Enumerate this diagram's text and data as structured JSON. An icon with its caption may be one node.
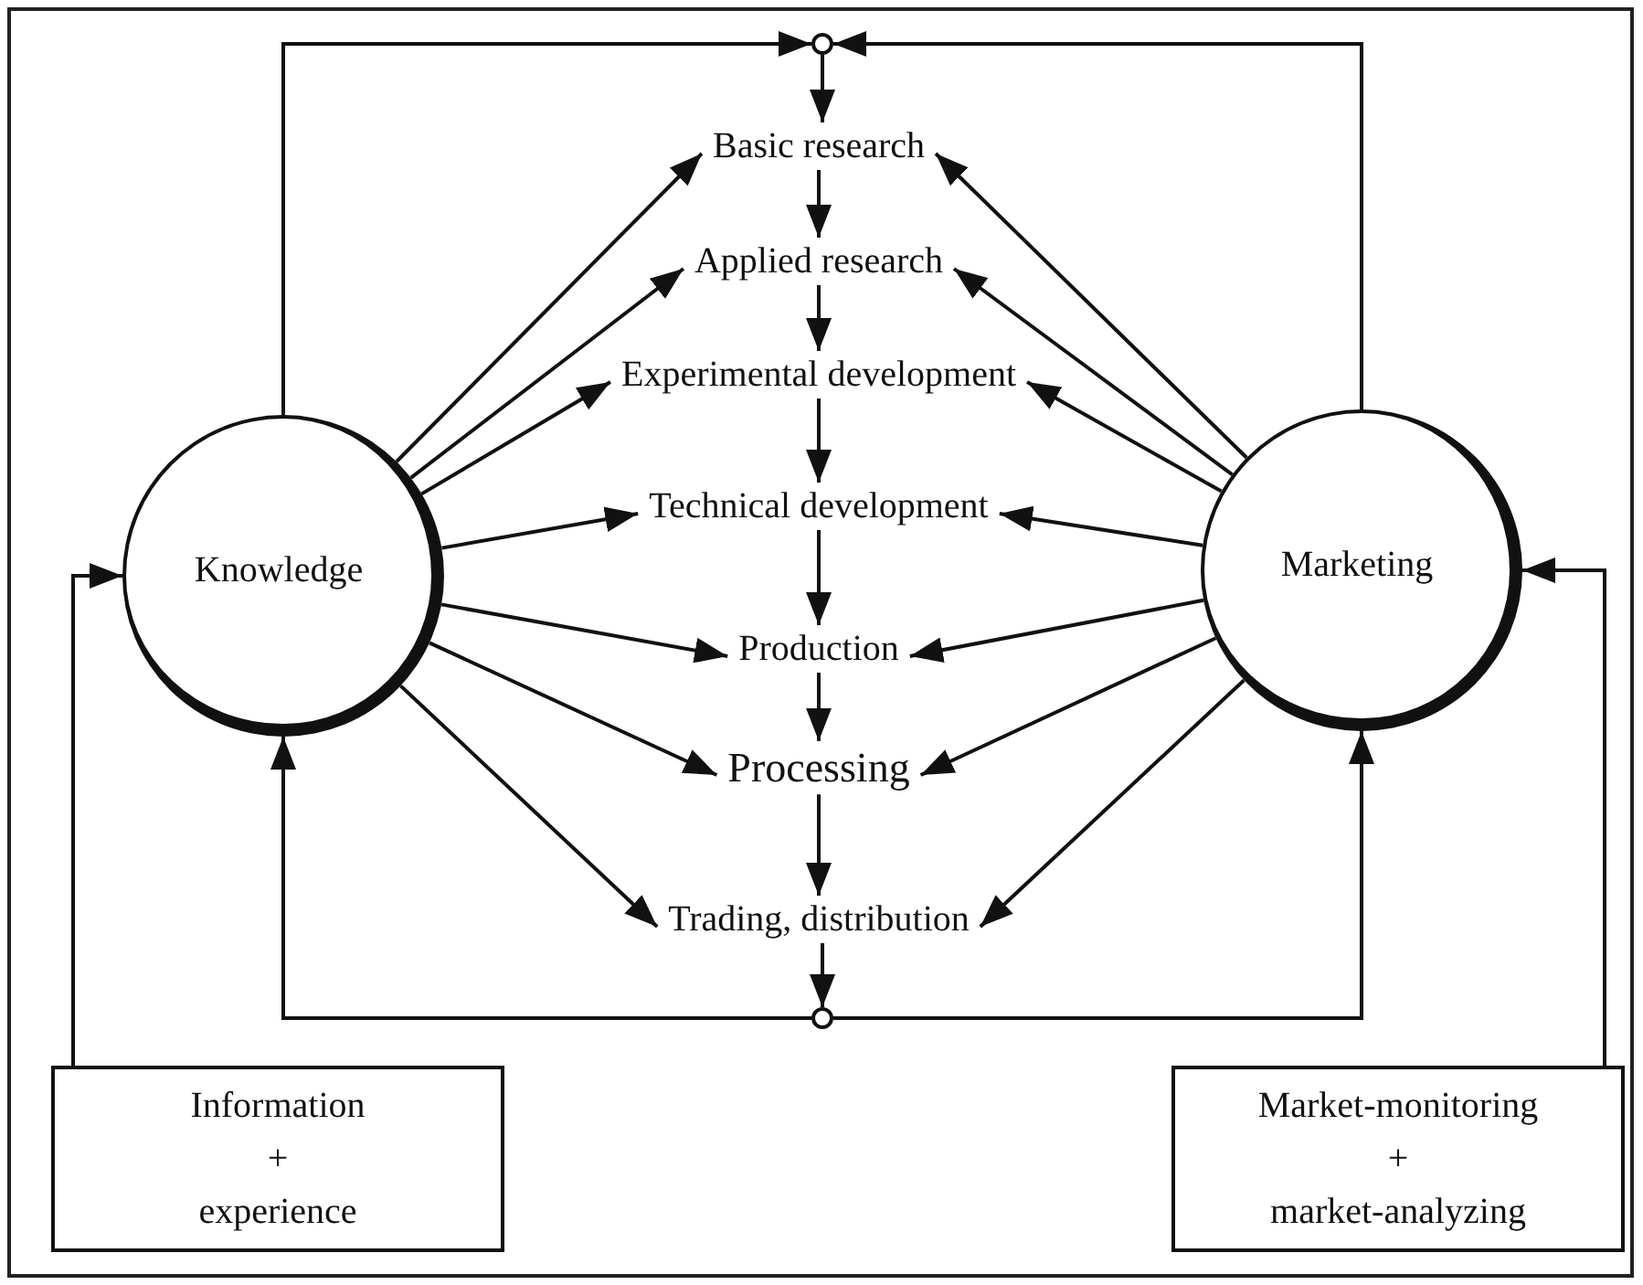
{
  "diagram": {
    "nodes": [
      {
        "text": [],
        "shape": "circle"
      },
      {
        "text": [
          "Basic research"
        ]
      },
      {
        "text": [
          "Applied research"
        ]
      },
      {
        "text": [
          "Experimental development"
        ]
      },
      {
        "text": [
          "Technical development"
        ]
      },
      {
        "text": [
          "Production"
        ]
      },
      {
        "text": [
          "Processing"
        ]
      },
      {
        "text": [
          "Trading, distribution"
        ]
      },
      {
        "text": [],
        "shape": "circle"
      },
      {
        "text": [
          "Knowledge"
        ]
      },
      {
        "text": [
          "Marketing"
        ]
      },
      {
        "text": [
          "Information + experience"
        ]
      },
      {
        "text": [
          "Market-monitoring + market-analyzing"
        ]
      }
    ],
    "edges": [
      {
        "from": 0,
        "to": 1,
        "arrow": "to"
      },
      {
        "from": 1,
        "to": 2,
        "arrow": "to"
      },
      {
        "from": 2,
        "to": 3,
        "arrow": "to"
      },
      {
        "from": 3,
        "to": 4,
        "arrow": "to"
      },
      {
        "from": 4,
        "to": 5,
        "arrow": "to"
      },
      {
        "from": 5,
        "to": 6,
        "arrow": "to"
      },
      {
        "from": 6,
        "to": 7,
        "arrow": "to"
      },
      {
        "from": 7,
        "to": 8,
        "arrow": "to"
      },
      {
        "from": 9,
        "to": 1,
        "arrow": "to"
      },
      {
        "from": 9,
        "to": 2,
        "arrow": "to"
      },
      {
        "from": 9,
        "to": 3,
        "arrow": "to"
      },
      {
        "from": 9,
        "to": 4,
        "arrow": "to"
      },
      {
        "from": 9,
        "to": 5,
        "arrow": "to"
      },
      {
        "from": 9,
        "to": 6,
        "arrow": "to"
      },
      {
        "from": 9,
        "to": 7,
        "arrow": "to"
      },
      {
        "from": 10,
        "to": 1,
        "arrow": "to"
      },
      {
        "from": 10,
        "to": 2,
        "arrow": "to"
      },
      {
        "from": 10,
        "to": 3,
        "arrow": "to"
      },
      {
        "from": 10,
        "to": 4,
        "arrow": "to"
      },
      {
        "from": 10,
        "to": 5,
        "arrow": "to"
      },
      {
        "from": 10,
        "to": 6,
        "arrow": "to"
      },
      {
        "from": 10,
        "to": 7,
        "arrow": "to"
      },
      {
        "from": 9,
        "to": 0,
        "arrow": "to"
      },
      {
        "from": 10,
        "to": 0,
        "arrow": "to"
      },
      {
        "from": 8,
        "to": 9,
        "arrow": "to"
      },
      {
        "from": 8,
        "to": 10,
        "arrow": "to"
      },
      {
        "from": 11,
        "to": 9,
        "arrow": "to"
      },
      {
        "from": 12,
        "to": 10,
        "arrow": "to"
      }
    ]
  }
}
